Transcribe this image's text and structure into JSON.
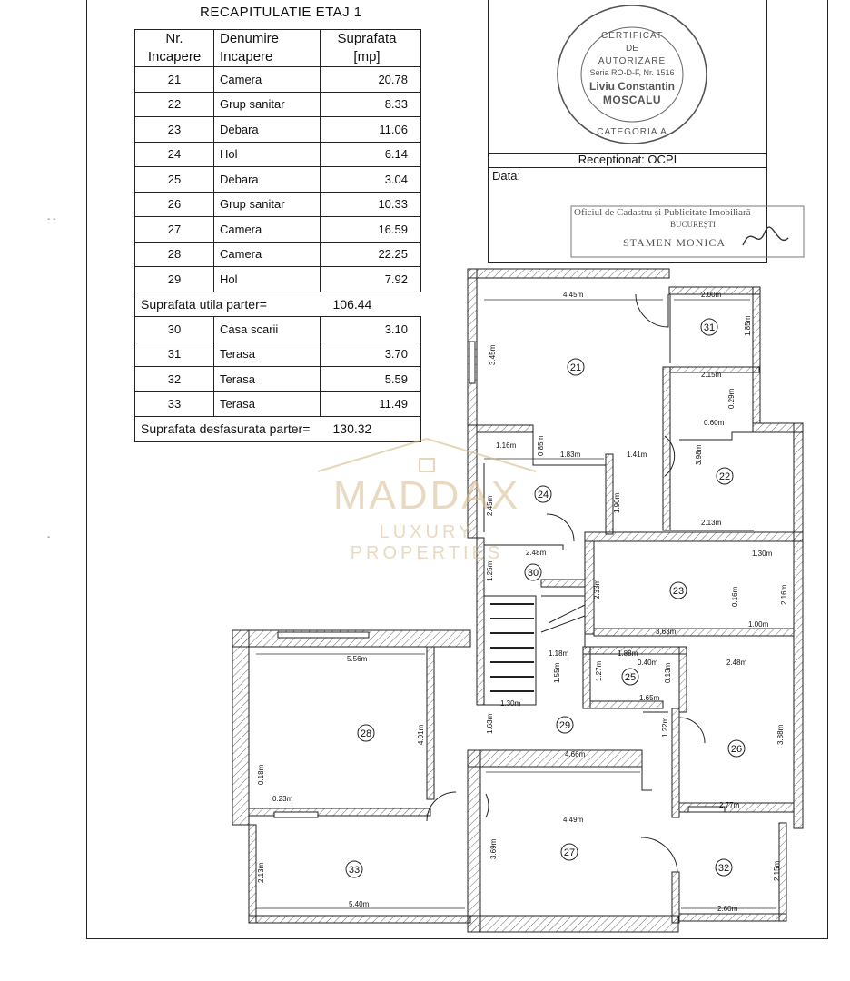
{
  "recap": {
    "title": "RECAPITULATIE ETAJ 1",
    "headers": {
      "nr": "Nr.\nIncapere",
      "denumire": "Denumire\nIncapere",
      "suprafata": "Suprafata\n[mp]"
    },
    "rows_a": [
      {
        "nr": "21",
        "name": "Camera",
        "area": "20.78"
      },
      {
        "nr": "22",
        "name": "Grup sanitar",
        "area": "8.33"
      },
      {
        "nr": "23",
        "name": "Debara",
        "area": "11.06"
      },
      {
        "nr": "24",
        "name": "Hol",
        "area": "6.14"
      },
      {
        "nr": "25",
        "name": "Debara",
        "area": "3.04"
      },
      {
        "nr": "26",
        "name": "Grup sanitar",
        "area": "10.33"
      },
      {
        "nr": "27",
        "name": "Camera",
        "area": "16.59"
      },
      {
        "nr": "28",
        "name": "Camera",
        "area": "22.25"
      },
      {
        "nr": "29",
        "name": "Hol",
        "area": "7.92"
      }
    ],
    "utila_label": "Suprafata utila parter=",
    "utila_value": "106.44",
    "rows_b": [
      {
        "nr": "30",
        "name": "Casa scarii",
        "area": "3.10"
      },
      {
        "nr": "31",
        "name": "Terasa",
        "area": "3.70"
      },
      {
        "nr": "32",
        "name": "Terasa",
        "area": "5.59"
      },
      {
        "nr": "33",
        "name": "Terasa",
        "area": "11.49"
      }
    ],
    "desf_label": "Suprafata desfasurata parter=",
    "desf_value": "130.32"
  },
  "certificate": {
    "line1": "CERTIFICAT",
    "line2": "DE",
    "line3": "AUTORIZARE",
    "line4": "Seria RO-D-F, Nr. 1516",
    "line5": "Liviu Constantin",
    "line6": "MOSCALU",
    "line7": "CATEGORIA A"
  },
  "reception": {
    "title": "Receptionat: OCPI",
    "date_label": "Data:"
  },
  "ocpi_stamp": {
    "line1": "Oficiul de Cadastru și Publicitate Imobiliară",
    "line2": "BUCUREȘTI",
    "line3": "STAMEN MONICA"
  },
  "watermark": {
    "brand": "MADDAX",
    "tagline": "LUXURY PROPERTIES"
  },
  "rooms": [
    "21",
    "22",
    "23",
    "24",
    "25",
    "26",
    "27",
    "28",
    "29",
    "30",
    "31",
    "32",
    "33"
  ],
  "dims": {
    "d445": "4.45m",
    "d200": "2.00m",
    "d185": "1.85m",
    "d345": "3.45m",
    "d215": "2.15m",
    "d029": "0.29m",
    "d060": "0.60m",
    "d398": "3.98m",
    "d116": "1.16m",
    "d085": "0.85m",
    "d183": "1.83m",
    "d141": "1.41m",
    "d245": "2.45m",
    "d190": "1.90m",
    "d213": "2.13m",
    "d248a": "2.48m",
    "d130a": "1.30m",
    "d125": "1.25m",
    "d233": "2.33m",
    "d216": "2.16m",
    "d016": "0.16m",
    "d363": "3.63m",
    "d100": "1.00m",
    "d556": "5.56m",
    "d118": "1.18m",
    "d188": "1.88m",
    "d040": "0.40m",
    "d013": "0.13m",
    "d127": "1.27m",
    "d155": "1.55m",
    "d248b": "2.48m",
    "d165": "1.65m",
    "d130b": "1.30m",
    "d401": "4.01m",
    "d163": "1.63m",
    "d122": "1.22m",
    "d388": "3.88m",
    "d466": "4.66m",
    "d018": "0.18m",
    "d023": "0.23m",
    "d277": "2.77m",
    "d449": "4.49m",
    "d369": "3.69m",
    "d213b": "2.13m",
    "d215b": "2.15m",
    "d540": "5.40m",
    "d260": "2.60m"
  }
}
